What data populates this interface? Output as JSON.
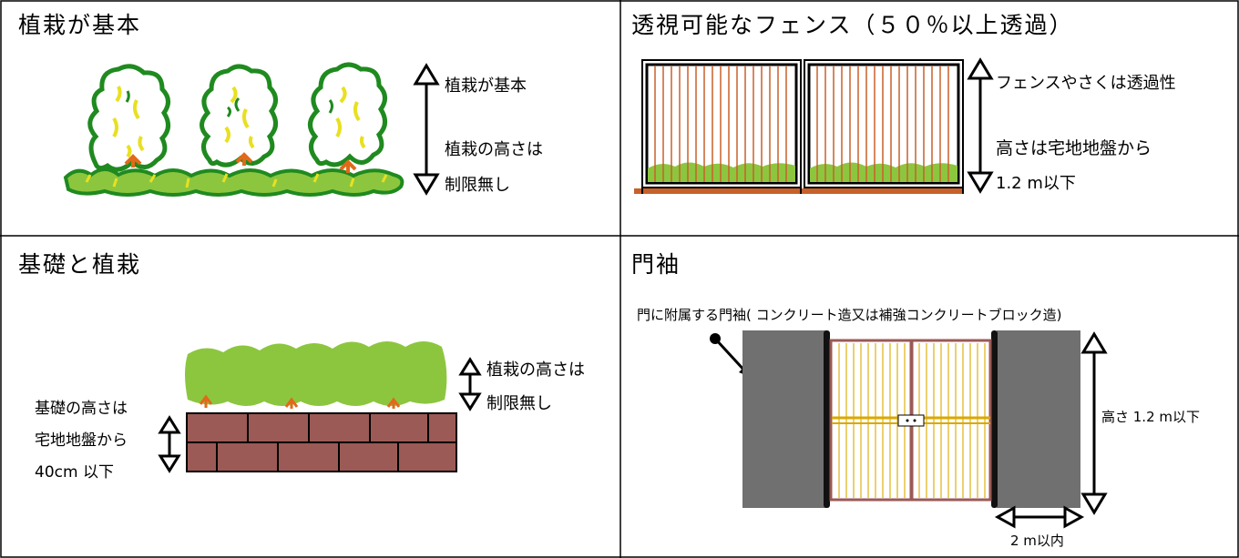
{
  "panels": {
    "top_left": {
      "title": "植栽が基本",
      "label_1": "植栽が基本",
      "label_2": "植栽の高さは",
      "label_3": "制限無し"
    },
    "top_right": {
      "title": "透視可能なフェンス（５０％以上透過）",
      "label_1": "フェンスやさくは透過性",
      "label_2": "高さは宅地地盤から",
      "label_3": "1.2 m以下"
    },
    "bottom_left": {
      "title": "基礎と植栽",
      "plant_label_1": "植栽の高さは",
      "plant_label_2": "制限無し",
      "base_label_1": "基礎の高さは",
      "base_label_2": "宅地地盤から",
      "base_label_3": "40cm 以下"
    },
    "bottom_right": {
      "title": "門袖",
      "caption": "門に附属する門袖( コンクリート造又は補強コンクリートブロック造)",
      "height_label": "高さ 1.2 m以下",
      "width_label": "2 m以内"
    }
  },
  "colors": {
    "tree_outline": "#1f8a1f",
    "tree_accent": "#e8e020",
    "hedge_fill": "#8cc63f",
    "trunk": "#e06a1a",
    "fence_bar": "#c8602a",
    "ground": "#c8602a",
    "brick": "#9b5a55",
    "pillar": "#707070",
    "gate_bar": "#e6c040",
    "gate_frame": "#9b5a55"
  }
}
